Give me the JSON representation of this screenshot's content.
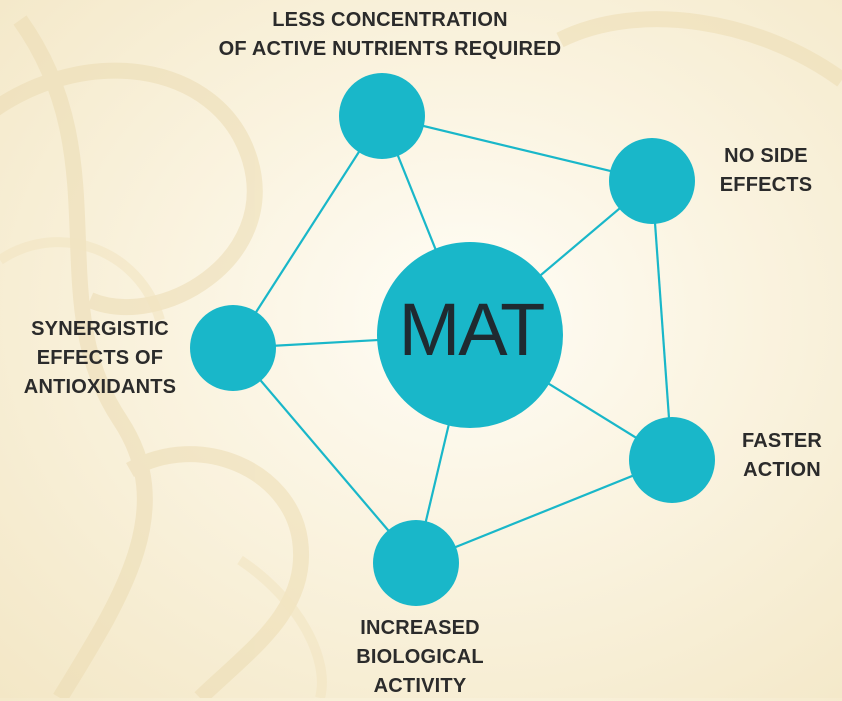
{
  "diagram": {
    "center": {
      "label": "MAT"
    },
    "nodes": [
      {
        "id": "less-concentration",
        "label": "LESS CONCENTRATION\nOF ACTIVE NUTRIENTS REQUIRED"
      },
      {
        "id": "no-side-effects",
        "label": "NO SIDE\nEFFECTS"
      },
      {
        "id": "synergistic",
        "label": "SYNERGISTIC\nEFFECTS OF\nANTIOXIDANTS"
      },
      {
        "id": "faster-action",
        "label": "FASTER\nACTION"
      },
      {
        "id": "increased-activity",
        "label": "INCREASED\nBIOLOGICAL\nACTIVITY"
      }
    ]
  },
  "colors": {
    "node": "#19b7c9",
    "edge": "#19b7c9",
    "text": "#2b2b2b",
    "background": "#f7edd3"
  }
}
